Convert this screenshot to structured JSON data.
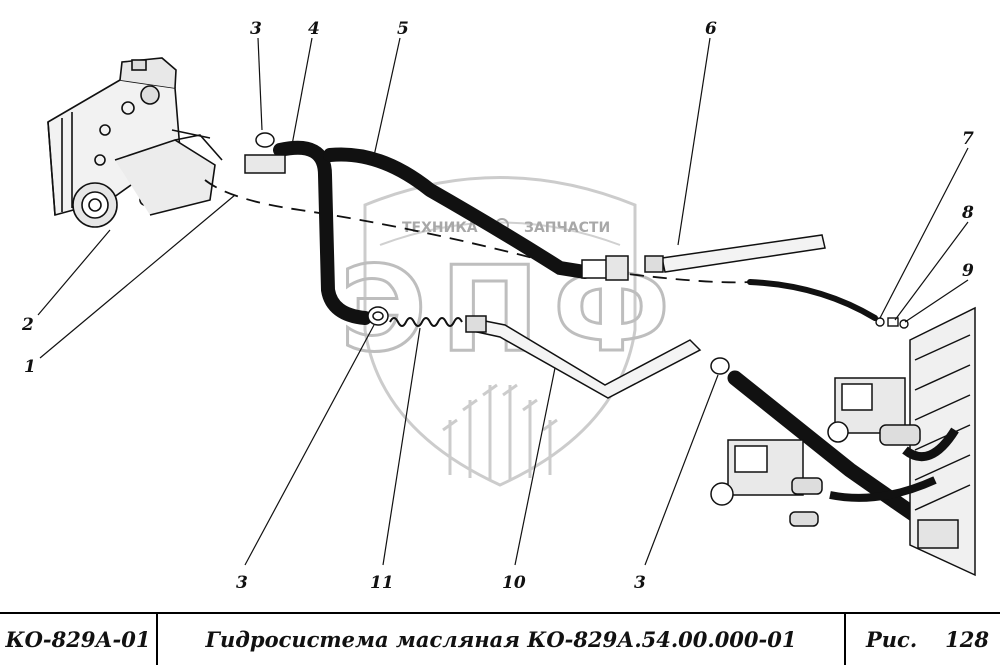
{
  "watermark": {
    "top_left": "ТЕХНИКА",
    "top_right": "ЗАПЧАСТИ",
    "logo": "ЭПФ"
  },
  "callouts": [
    "1",
    "2",
    "3",
    "4",
    "5",
    "6",
    "7",
    "8",
    "9",
    "3",
    "11",
    "10",
    "3"
  ],
  "title_block": {
    "model_code": "КО-829А-01",
    "title": "Гидросистема масляная КО-829А.54.00.000-01",
    "figure_label": "Рис.",
    "figure_number": "128"
  }
}
